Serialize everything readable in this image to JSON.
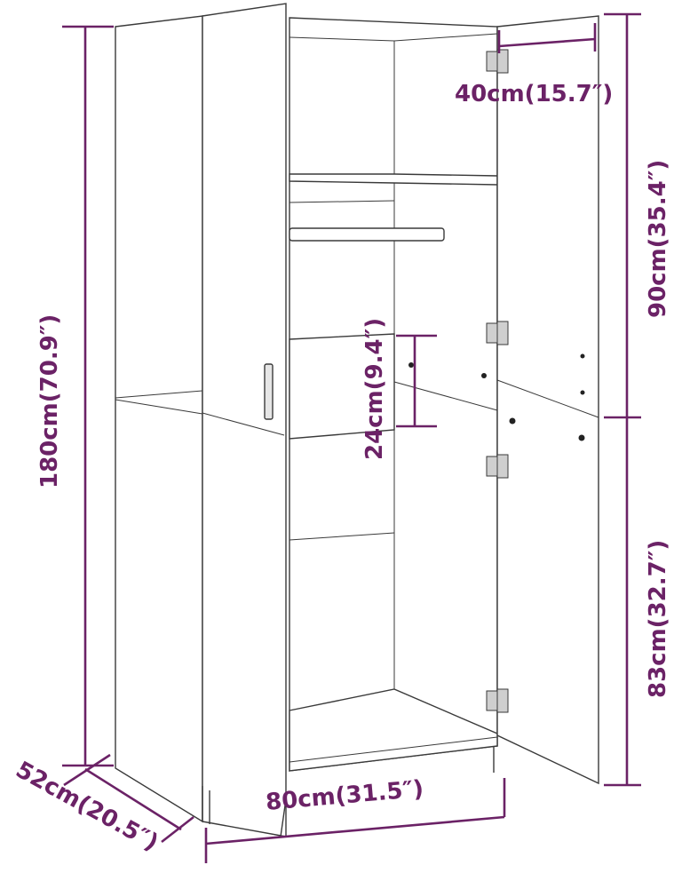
{
  "dimensions": {
    "depth_door": "40cm(15.7″)",
    "upper_height": "90cm(35.4″)",
    "total_height": "180cm(70.9″)",
    "drawer_height": "24cm(9.4″)",
    "lower_height": "83cm(32.7″)",
    "width": "80cm(31.5″)",
    "depth": "52cm(20.5″)"
  },
  "colors": {
    "dimension": "#6b2266",
    "outline": "#3a3a3a"
  }
}
